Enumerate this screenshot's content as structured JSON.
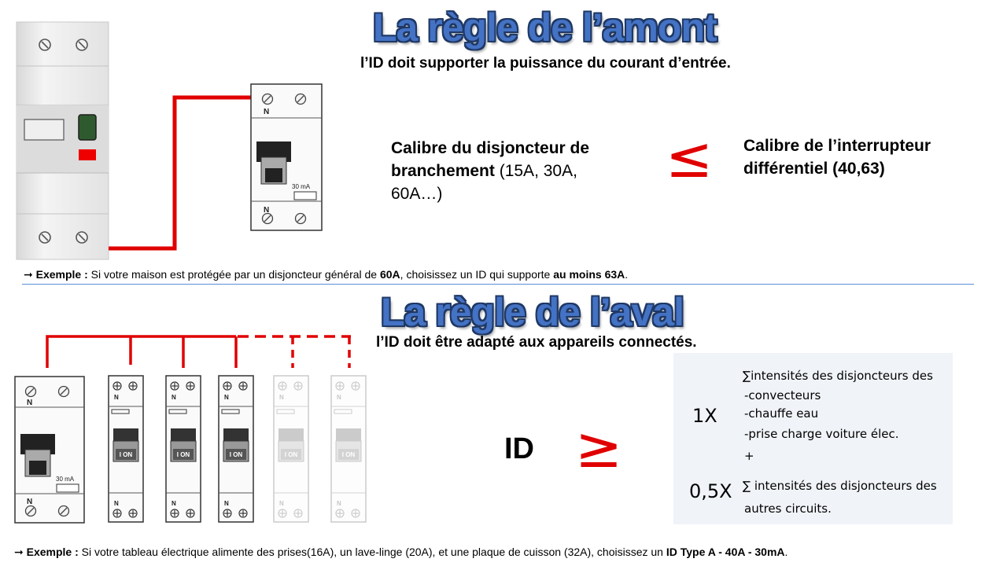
{
  "amont": {
    "title": "La règle de l’amont",
    "subtitle": "l’ID doit supporter la puissance du courant d’entrée.",
    "left_bold": "Calibre du disjoncteur de branchement",
    "left_rest": " (15A, 30A, 60A…)",
    "symbol": "≤",
    "right_bold": "Calibre de l’interrupteur différentiel (40,63)",
    "example": {
      "arrow": "➞",
      "label": "Exemple :",
      "t1": " Si votre maison est protégée par un disjoncteur général de ",
      "b1": "60A",
      "t2": ", choisissez un ID qui supporte ",
      "b2": "au moins 63A",
      "t3": "."
    }
  },
  "aval": {
    "title": "La règle de l’aval",
    "subtitle": "l’ID doit être adapté aux appareils connectés.",
    "id_label": "ID",
    "symbol": "≥",
    "formula": {
      "coef1": "1X",
      "line1": "∑intensités des disjoncteurs des",
      "line2": "-convecteurs",
      "line3": "-chauffe eau",
      "line4": "-prise charge voiture élec.",
      "plus": "+",
      "coef2": "0,5X",
      "line5": "∑  intensités des disjoncteurs des",
      "line6": "autres circuits."
    },
    "example": {
      "arrow": "➞",
      "label": "Exemple :",
      "t1": " Si votre tableau électrique alimente des prises(16A), un lave-linge (20A), et une plaque de cuisson (32A), choisissez un ",
      "b1": "ID Type A - 40A - 30mA",
      "t2": "."
    }
  },
  "device_labels": {
    "neutral": "N",
    "rating": "30 mA",
    "on": "I ON"
  },
  "colors": {
    "wire": "#e00000",
    "title_fill": "#4472c4",
    "title_outline": "#1f3864",
    "divider": "#5b8fd6"
  }
}
